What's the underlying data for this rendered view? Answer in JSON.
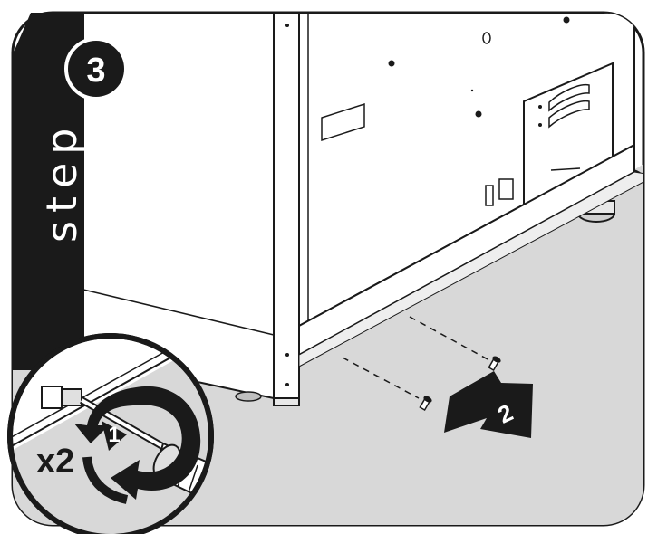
{
  "step": {
    "word": "step",
    "number": "3"
  },
  "quantity": "x2",
  "arrows": {
    "turn_label": "1",
    "slide_label": "2"
  },
  "colors": {
    "floor": "#d8d8d8",
    "ink": "#1a1a1a",
    "frame_bg": "#ffffff"
  },
  "icons": [
    "screwdriver-icon",
    "rotation-arrow-icon",
    "direction-arrow-icon",
    "screw-icon"
  ]
}
